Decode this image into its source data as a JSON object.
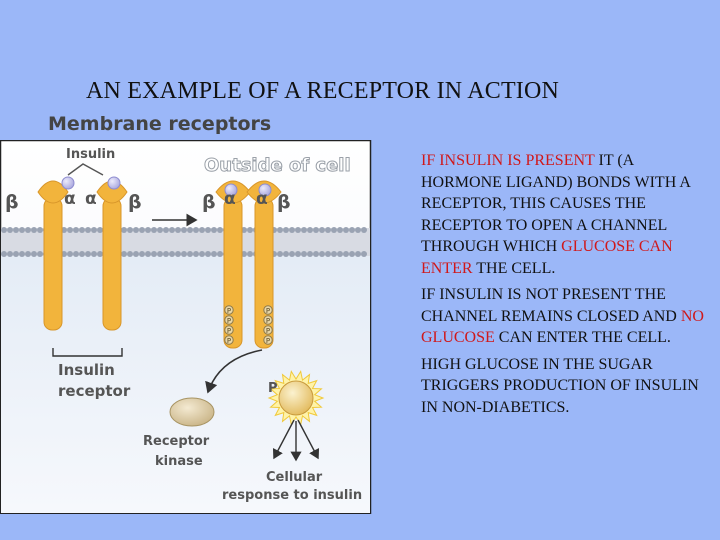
{
  "slide": {
    "title": "AN EXAMPLE OF A RECEPTOR IN ACTION"
  },
  "figure": {
    "heading": "Membrane receptors",
    "labels": {
      "insulin": "Insulin",
      "outside": "Outside of cell",
      "receptor_line1": "Insulin",
      "receptor_line2": "receptor",
      "kinase_line1": "Receptor",
      "kinase_line2": "kinase",
      "response_line1": "Cellular",
      "response_line2": "response to insulin",
      "beta": "β",
      "alpha": "α",
      "phosphate": "P"
    }
  },
  "text": {
    "p1": {
      "a": "IF INSULIN IS PRESENT",
      "b": " IT (A HORMONE LIGAND) BONDS WITH A RECEPTOR, THIS CAUSES THE RECEPTOR TO OPEN A CHANNEL THROUGH WHICH ",
      "c": "GLUCOSE CAN ENTER",
      "d": " THE CELL."
    },
    "p2": {
      "a": "IF INSULIN IS NOT PRESENT THE CHANNEL REMAINS CLOSED AND ",
      "b": "NO GLUCOSE",
      "c": " CAN ENTER THE CELL."
    },
    "p3": "HIGH GLUCOSE IN THE SUGAR TRIGGERS PRODUCTION OF INSULIN IN NON-DIABETICS."
  },
  "colors": {
    "background": "#9bb7f8",
    "highlight_text": "#d0181a",
    "receptor": "#f2b43c",
    "insulin_dot": "#b9b9e6"
  }
}
